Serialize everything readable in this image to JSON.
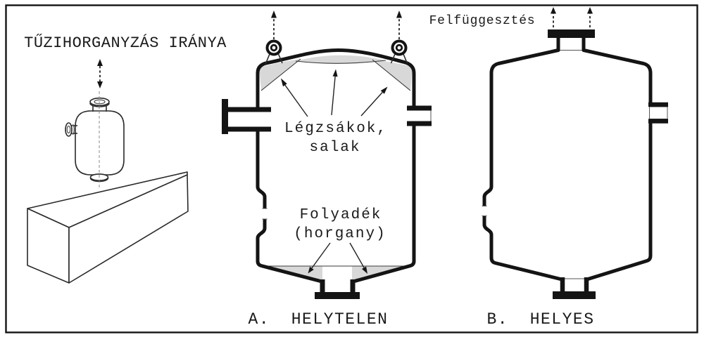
{
  "diagram": {
    "title": "TŰZIHORGANYZÁS IRÁNYA",
    "suspension_label": "Felfüggesztés",
    "vessel_a": {
      "air_pockets_line1": "Légzsákok,",
      "air_pockets_line2": "salak",
      "liquid_line1": "Folyadék",
      "liquid_line2": "(horgany)",
      "caption": "A.  HELYTELEN"
    },
    "vessel_b": {
      "caption": "B.  HELYES"
    },
    "colors": {
      "line": "#141414",
      "shade": "#d8d8d8",
      "background": "#ffffff"
    }
  }
}
